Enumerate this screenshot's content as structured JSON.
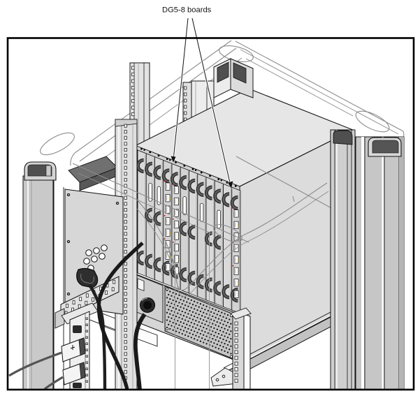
{
  "figure": {
    "annotation": {
      "label": "DG5-8 boards"
    },
    "boards": {
      "count": 12,
      "dg5_8_slot_indices": [
        3,
        4,
        11
      ]
    },
    "colors": {
      "background": "#ffffff",
      "line": "#141414",
      "frame_wire": "#8c8c8c",
      "surface_light": "#e6e6e6",
      "surface_mid": "#d6d6d6",
      "surface_dark": "#4f4f4f",
      "led_red": "#cc2222",
      "led_yellow": "#e0bd1c"
    }
  }
}
